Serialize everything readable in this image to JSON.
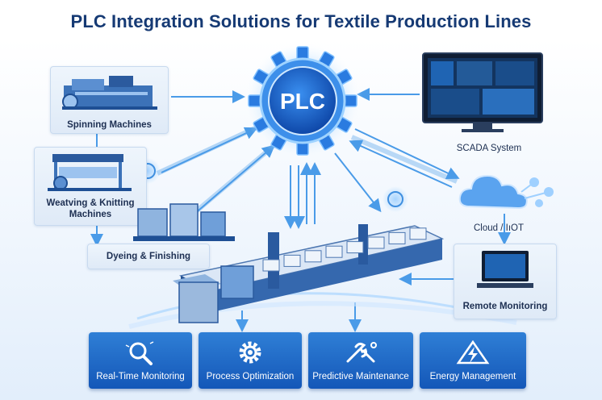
{
  "title": "PLC Integration Solutions for Textile Production Lines",
  "hub": {
    "label": "PLC"
  },
  "sources": {
    "spinning": "Spinning Machines",
    "weaving": "Weatving & Knitting Machines",
    "dyeing": "Dyeing & Finishing"
  },
  "systems": {
    "scada": "SCADA System",
    "cloud": "Cloud / IıOT",
    "remote": "Remote Monitoring"
  },
  "benefits": [
    {
      "label": "Real-Time Monitoring",
      "icon": "magnifier-icon"
    },
    {
      "label": "Process Optimization",
      "icon": "gear-icon"
    },
    {
      "label": "Predictive Maintenance",
      "icon": "wrench-icon"
    },
    {
      "label": "Energy Management",
      "icon": "lightning-icon"
    }
  ],
  "colors": {
    "title": "#163a74",
    "accent": "#1f6fd1",
    "arrow": "#4a9be8",
    "box": "#1a5fbf"
  }
}
